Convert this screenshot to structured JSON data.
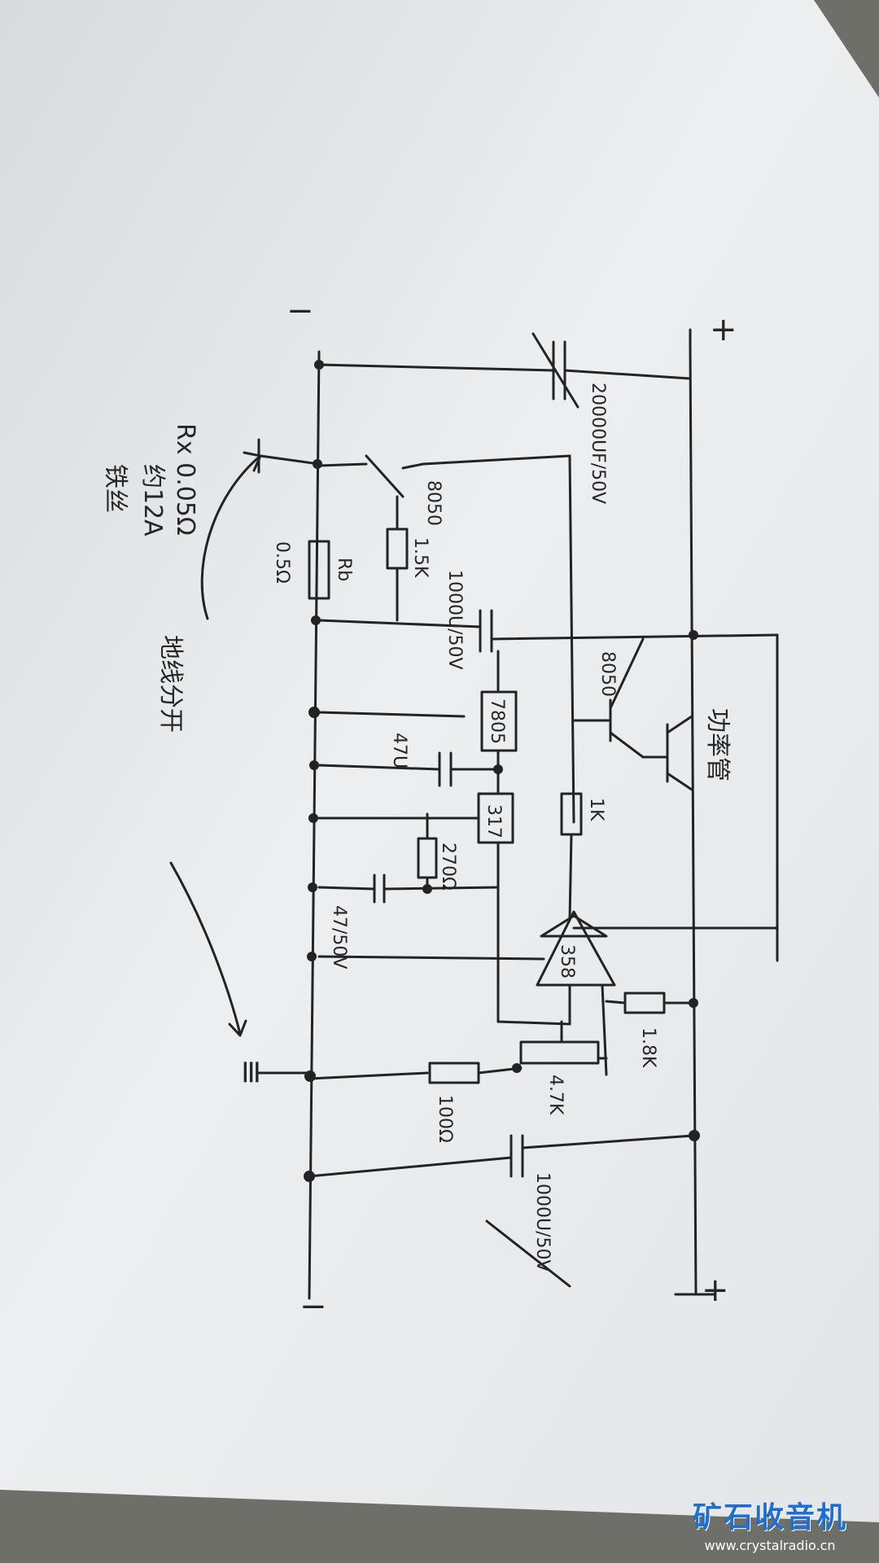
{
  "schematic": {
    "rail_pos_top": "+",
    "rail_pos_bottom": "+",
    "rail_neg_top": "−",
    "rail_neg_bottom": "−",
    "ground_symbol": "≡",
    "components": [
      {
        "id": "c_main",
        "label": "20000UF/50V"
      },
      {
        "id": "q_8050_top",
        "label": "8050"
      },
      {
        "id": "r_15k",
        "label": "1.5K"
      },
      {
        "id": "r_b",
        "label": "Rb"
      },
      {
        "id": "r_b_value",
        "label": "0.5Ω"
      },
      {
        "id": "c_1000u_a",
        "label": "1000U/50V"
      },
      {
        "id": "q_8050_mid",
        "label": "8050"
      },
      {
        "id": "q_power",
        "label": "功率管"
      },
      {
        "id": "reg_7805",
        "label": "7805"
      },
      {
        "id": "c_47u_a",
        "label": "47U"
      },
      {
        "id": "reg_317",
        "label": "317"
      },
      {
        "id": "r_1k",
        "label": "1K"
      },
      {
        "id": "r_270",
        "label": "270Ω"
      },
      {
        "id": "c_47u_b",
        "label": "47/50V"
      },
      {
        "id": "opamp_358",
        "label": "358"
      },
      {
        "id": "r_18k",
        "label": "1.8K"
      },
      {
        "id": "pot_47k",
        "label": "4.7K"
      },
      {
        "id": "r_100",
        "label": "100Ω"
      },
      {
        "id": "c_1000u_b",
        "label": "1000U/50V"
      }
    ],
    "notes": {
      "rx_spec": "Rx 0.05Ω",
      "rx_current": "约12A",
      "rx_material": "铁丝",
      "ground_note": "地线分开"
    }
  },
  "watermark": {
    "title": "矿石收音机",
    "url": "www.crystalradio.cn"
  }
}
